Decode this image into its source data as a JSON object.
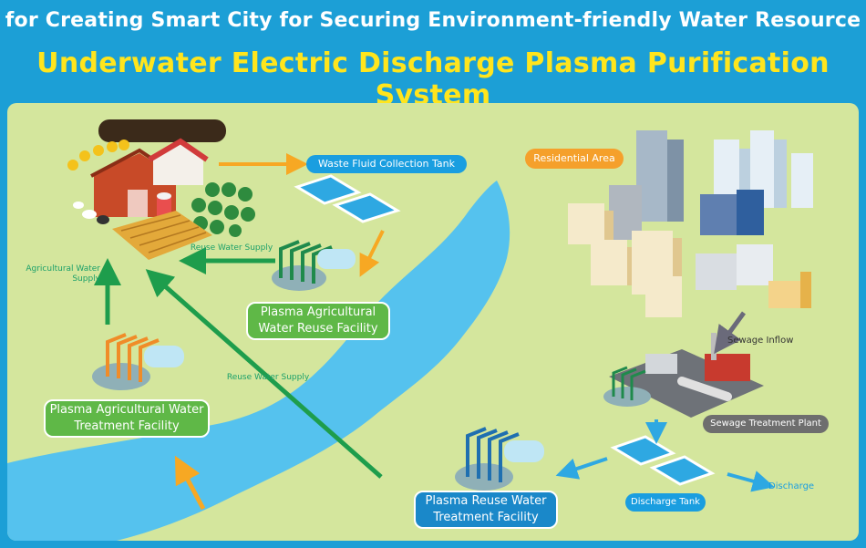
{
  "header": {
    "subtitle": "for  Creating Smart City for Securing Environment-friendly Water Resource",
    "title": "Underwater Electric Discharge Plasma Purification System"
  },
  "labels": {
    "waste_fluid_tank": "Waste Fluid Collection Tank",
    "residential_area": "Residential Area",
    "reuse_water_supply_top": "Reuse Water Supply",
    "agricultural_water_supply": "Agricultural Water Supply",
    "plasma_reuse_facility": "Plasma Agricultural Water Reuse Facility",
    "plasma_treatment_facility": "Plasma Agricultural Water Treatment Facility",
    "reuse_water_supply_mid": "Reuse Water Supply",
    "sewage_inflow": "Sewage Inflow",
    "sewage_treatment_plant": "Sewage Treatment Plant",
    "plasma_reuse_water_treatment": "Plasma Reuse Water Treatment Facility",
    "discharge_tank": "Discharge Tank",
    "discharge": "Discharge"
  },
  "colors": {
    "frame_blue": "#1c9fd6",
    "title_yellow": "#ffe51d",
    "ground_green": "#d4e69d",
    "river_blue": "#55c2ee",
    "arrow_green": "#1e9d4c",
    "arrow_orange": "#f7a823",
    "facility_green": "#5fb847",
    "facility_blue": "#1a88c9",
    "plant_gray": "#6e6e6e"
  }
}
